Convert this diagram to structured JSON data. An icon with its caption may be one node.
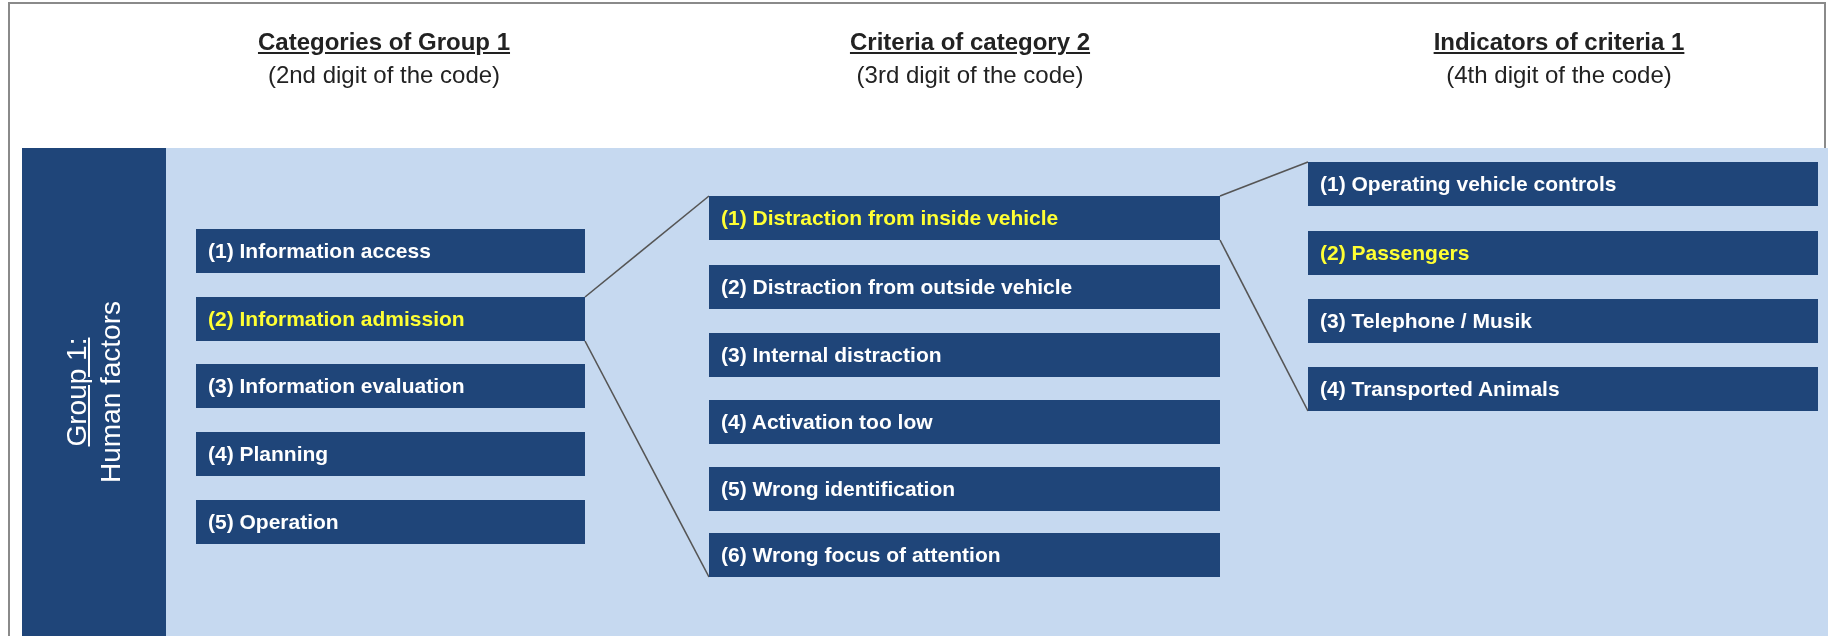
{
  "diagram": {
    "nodes": [
      {
        "text": [
          "Group 1:",
          "Human factors"
        ]
      },
      {
        "text": [
          "(1) Information access"
        ]
      },
      {
        "text": [
          "(2) Information admission"
        ]
      },
      {
        "text": [
          "(3) Information evaluation"
        ]
      },
      {
        "text": [
          "(4) Planning"
        ]
      },
      {
        "text": [
          "(5) Operation"
        ]
      },
      {
        "text": [
          "(1) Distraction from inside vehicle"
        ]
      },
      {
        "text": [
          "(2) Distraction from outside vehicle"
        ]
      },
      {
        "text": [
          "(3) Internal distraction"
        ]
      },
      {
        "text": [
          "(4) Activation too low"
        ]
      },
      {
        "text": [
          "(5) Wrong identification"
        ]
      },
      {
        "text": [
          "(6) Wrong focus of attention"
        ]
      },
      {
        "text": [
          "(1) Operating vehicle controls"
        ]
      },
      {
        "text": [
          "(2) Passengers"
        ]
      },
      {
        "text": [
          "(3) Telephone / Musik"
        ]
      },
      {
        "text": [
          "(4) Transported Animals"
        ]
      }
    ],
    "edges": [
      {
        "from": 2,
        "to": 6,
        "arrow": "none"
      },
      {
        "from": 2,
        "to": 11,
        "arrow": "none"
      },
      {
        "from": 6,
        "to": 12,
        "arrow": "none"
      },
      {
        "from": 6,
        "to": 15,
        "arrow": "none"
      }
    ],
    "labels": [
      "Categories of Group 1",
      "(2nd digit of the code)",
      "Criteria of category 2",
      "(3rd digit of the code)",
      "Indicators of criteria 1",
      "(4th digit of the code)"
    ]
  }
}
